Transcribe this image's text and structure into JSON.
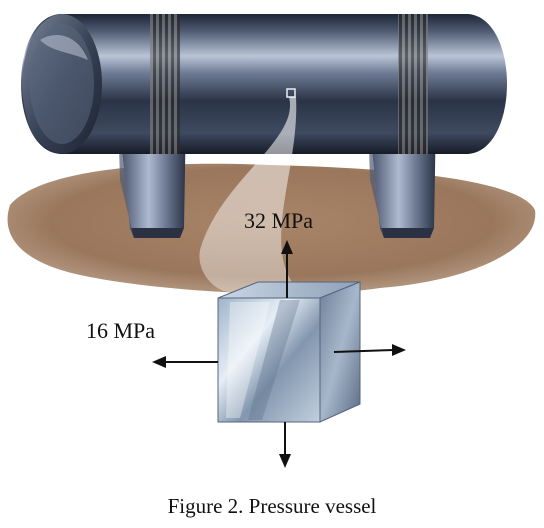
{
  "figure": {
    "caption": "Figure 2. Pressure vessel",
    "stress_vertical_label": "32 MPa",
    "stress_horizontal_label": "16 MPa"
  },
  "colors": {
    "ground": "#9c7a60",
    "vessel_dark": "#1b2231",
    "vessel_light": "#aab6ca",
    "element_light": "#c7d6e6",
    "arrow": "#111111"
  },
  "icons": [
    "pressure-vessel-illustration",
    "stress-element-cube",
    "arrow-up-icon",
    "arrow-down-icon",
    "arrow-left-icon",
    "arrow-right-icon"
  ]
}
